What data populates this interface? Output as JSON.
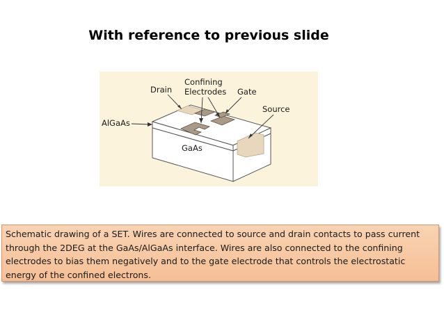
{
  "slide": {
    "title": "With reference to previous slide",
    "caption": "Schematic drawing of a SET. Wires are connected to source and drain contacts to pass current through the 2DEG at the GaAs/AlGaAs interface. Wires are also connected to the confining electrodes to bias them negatively and to the gate electrode that controls the electrostatic energy of the confined electrons."
  },
  "diagram": {
    "labels": {
      "drain": "Drain",
      "confining_line1": "Confining",
      "confining_line2": "Electrodes",
      "gate": "Gate",
      "source": "Source",
      "algaas": "AlGaAs",
      "gaas": "GaAs"
    },
    "colors": {
      "background": "#fbf3dc",
      "block": "#ffffff",
      "electrode": "#a89a86",
      "contact": "#e9d7bd"
    }
  }
}
